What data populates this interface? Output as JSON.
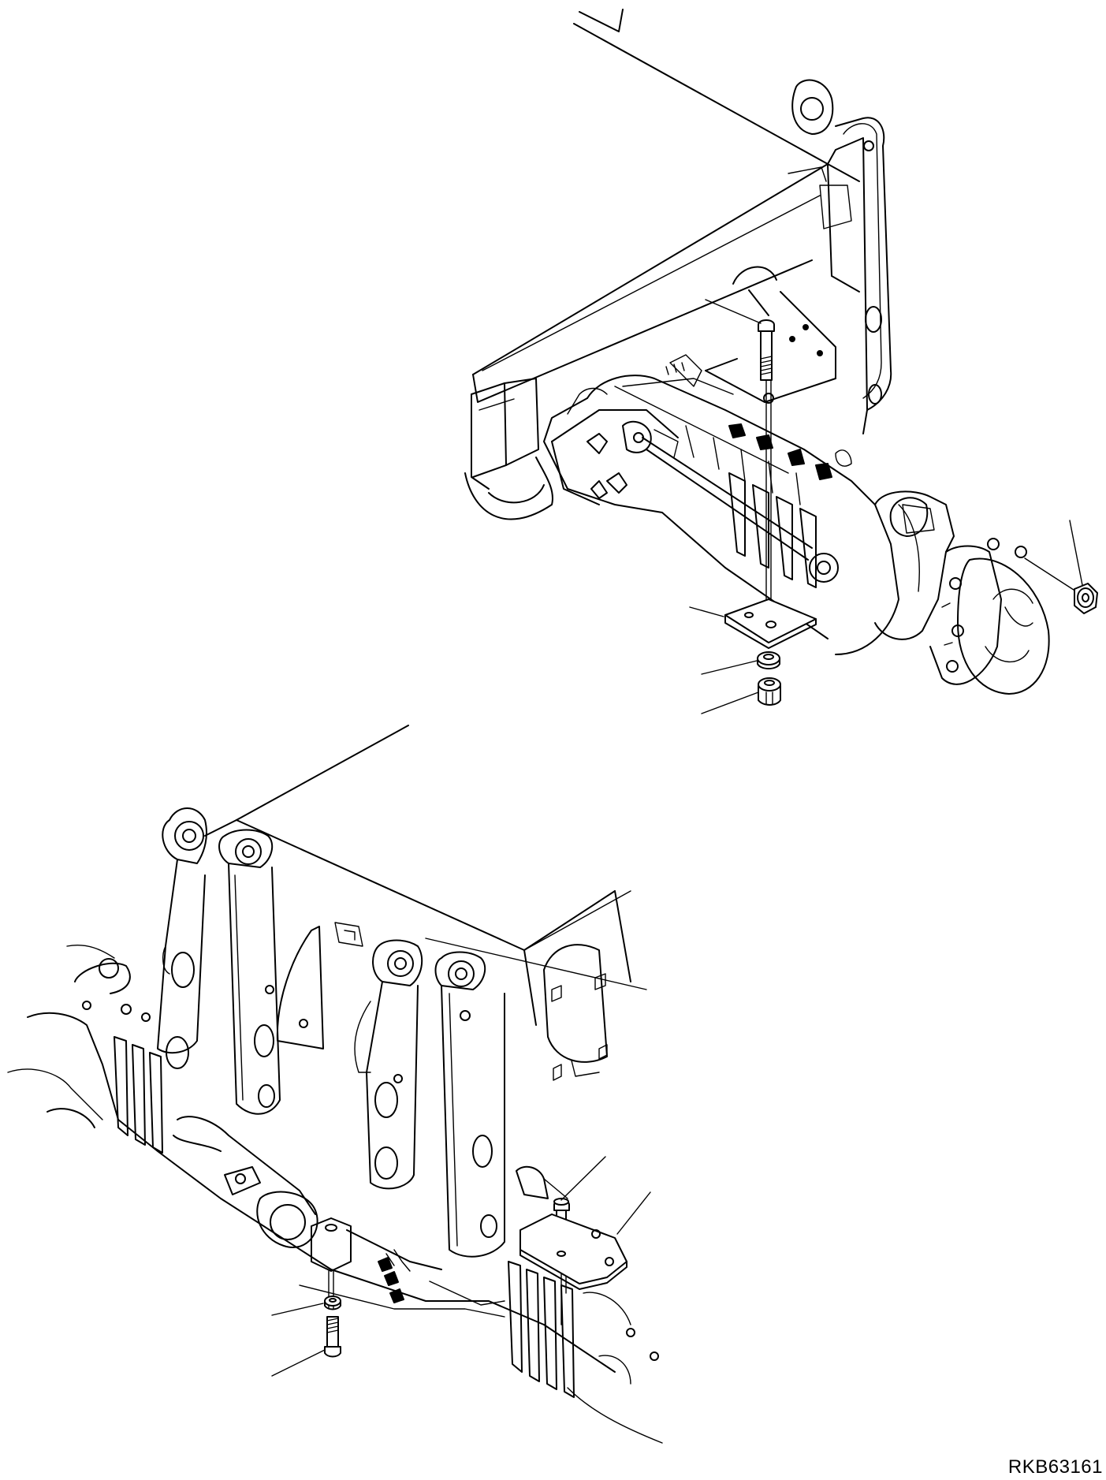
{
  "drawing_code": "RKB63161",
  "figures": [
    {
      "id": "upper",
      "parts": [
        "bolt",
        "bracket-plate",
        "washer",
        "nut",
        "outer-nut"
      ]
    },
    {
      "id": "lower",
      "parts": [
        "bolt",
        "bracket-plate",
        "washer",
        "bottom-bolt"
      ]
    }
  ]
}
